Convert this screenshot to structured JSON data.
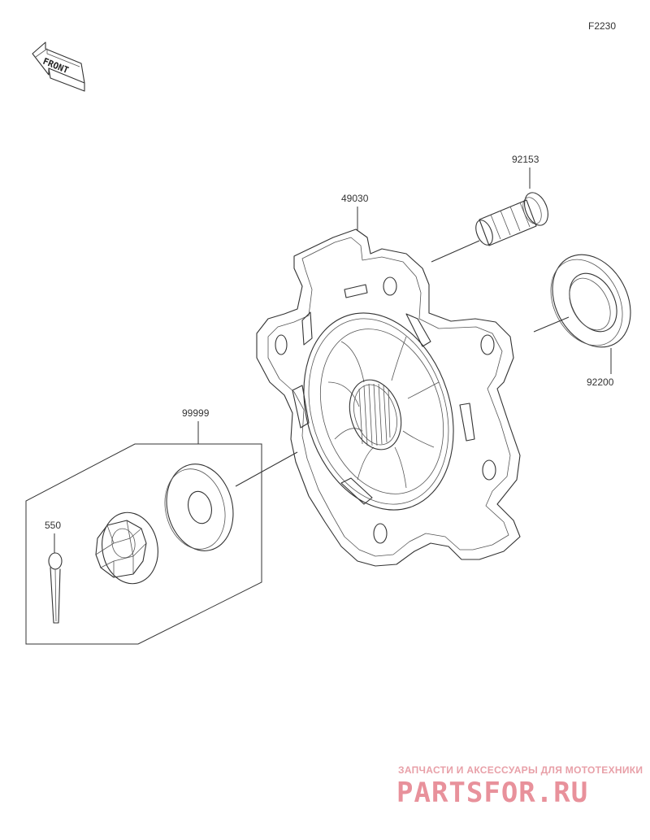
{
  "figure_code": "F2230",
  "orientation": {
    "label": "FRONT",
    "icon": "front-arrow-icon"
  },
  "parts": [
    {
      "number": "92153"
    },
    {
      "number": "49030"
    },
    {
      "number": "92200"
    },
    {
      "number": "99999"
    },
    {
      "number": "550"
    }
  ],
  "watermark": {
    "tagline": "ЗАПЧАСТИ И АКСЕССУАРЫ ДЛЯ МОТОТЕХНИКИ",
    "brand": "PARTSFOR.RU",
    "color": "#e8919b"
  }
}
